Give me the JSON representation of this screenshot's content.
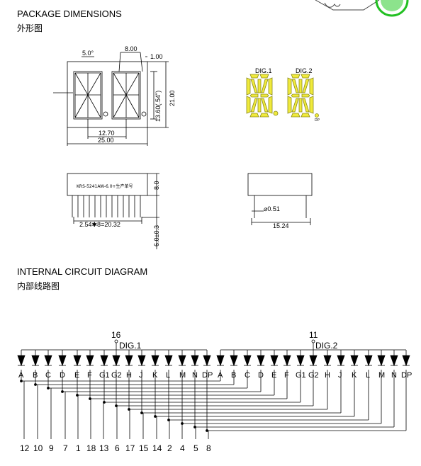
{
  "package": {
    "title": "PACKAGE DIMENSIONS",
    "subtitle": "外形图",
    "dims": {
      "angle": "5.0°",
      "digit_pitch": "8.00",
      "seg_width": "1.00",
      "char_height": "13.60(.54\")",
      "body_height": "21.00",
      "pin_row": "12.70",
      "body_width": "25.00",
      "depth": "8.0",
      "pin_length": "6.0±0.3",
      "pin_span": "2.54✱8=20.32",
      "pin_diameter": "⌀0.51",
      "row_spacing": "15.24"
    },
    "part_label": "KRS-5241AW-6.0+生产单号",
    "digit_labels": [
      "DIG.1",
      "DIG.2"
    ],
    "dp_label": "DP"
  },
  "circuit": {
    "title": "INTERNAL CIRCUIT DIAGRAM",
    "subtitle": "内部线路图",
    "dig1_label": "DIG.1",
    "dig2_label": "DIG.2",
    "dig1_pin": "16",
    "dig2_pin": "11",
    "segments": [
      "A",
      "B",
      "C",
      "D",
      "E",
      "F",
      "G1",
      "G2",
      "H",
      "J",
      "K",
      "L",
      "M",
      "N",
      "DP"
    ],
    "bottom_pins": [
      "12",
      "10",
      "9",
      "7",
      "1",
      "18",
      "13",
      "6",
      "17",
      "15",
      "14",
      "2",
      "4",
      "5",
      "8"
    ]
  },
  "colors": {
    "segment_fill": "#f0ea3c",
    "segment_stroke": "#8a8a1a"
  }
}
